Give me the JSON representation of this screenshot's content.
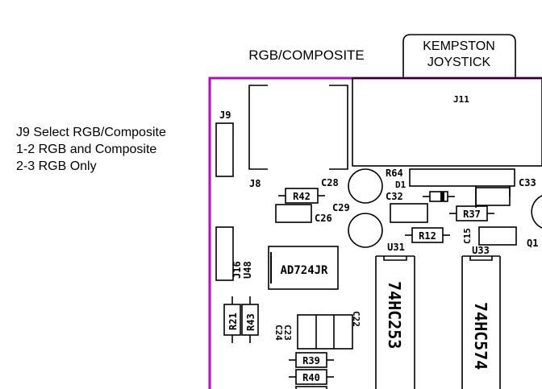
{
  "header": {
    "rgb_composite": "RGB/COMPOSITE",
    "kempston_line1": "KEMPSTON",
    "kempston_line2": "JOYSTICK"
  },
  "notes": [
    "J9 Select RGB/Composite",
    "1-2 RGB and Composite",
    "2-3 RGB Only"
  ],
  "refs": {
    "j9": "J9",
    "j8": "J8",
    "j11": "J11",
    "j16": "J16",
    "u48": "U48",
    "u31": "U31",
    "u33": "U33",
    "r42": "R42",
    "r64": "R64",
    "r37": "R37",
    "r12": "R12",
    "r21": "R21",
    "r43": "R43",
    "r39": "R39",
    "r40": "R40",
    "c28": "C28",
    "c26": "C26",
    "c29": "C29",
    "c32": "C32",
    "c33": "C33",
    "c15": "C15",
    "c22": "C22",
    "c23": "C23",
    "c24": "C24",
    "d1": "D1",
    "q1": "Q1"
  },
  "chips": {
    "ad724": "AD724JR",
    "u31_part": "74HC253",
    "u33_part": "74HC574"
  },
  "colors": {
    "board_outline": "#b00bbf",
    "ink": "#000000"
  }
}
